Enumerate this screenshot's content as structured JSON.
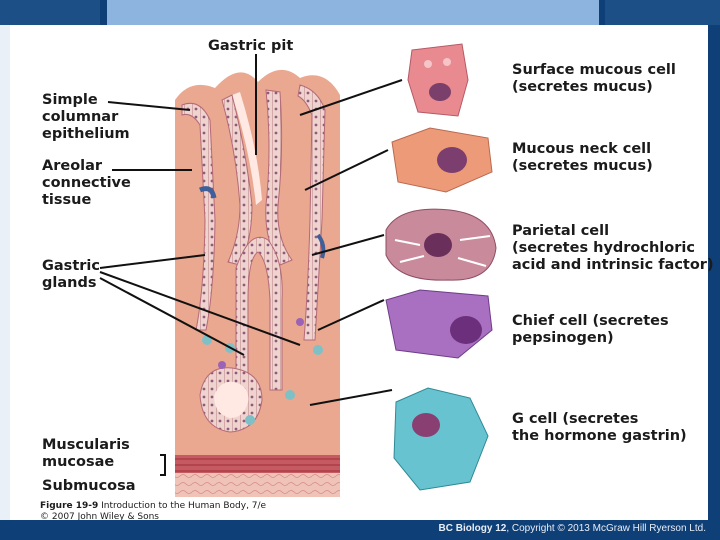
{
  "labels": {
    "gastric_pit": "Gastric pit",
    "simple_columnar": "Simple\ncolumnar\nepithelium",
    "areolar": "Areolar\nconnective\ntissue",
    "gastric_glands": "Gastric\nglands",
    "muscularis": "Muscularis\nmucosae",
    "submucosa": "Submucosa"
  },
  "cells": [
    {
      "name": "Surface mucous cell\n(secretes mucus)",
      "color": "#e88a8f"
    },
    {
      "name": "Mucous neck cell\n(secretes mucus)",
      "color": "#ec9a78"
    },
    {
      "name": "Parietal cell\n(secretes hydrochloric\nacid and intrinsic factor)",
      "color": "#c98a9c"
    },
    {
      "name": "Chief cell (secretes\npepsinogen)",
      "color": "#a96fc0"
    },
    {
      "name": "G cell (secretes\nthe hormone gastrin)",
      "color": "#67c3cf"
    }
  ],
  "credit": {
    "figure_bold": "Figure 19-9",
    "figure_rest": " Introduction to the Human Body, 7/e",
    "copyright": "© 2007 John Wiley & Sons"
  },
  "footer": {
    "course": "BC Biology 12",
    "rest": ", Copyright © 2013 McGraw Hill Ryerson Ltd."
  },
  "colors": {
    "header": "#0f3f77",
    "tissue": "#e8a48e",
    "epithelium": "#d98b94",
    "muscularis": "#b84a52"
  }
}
